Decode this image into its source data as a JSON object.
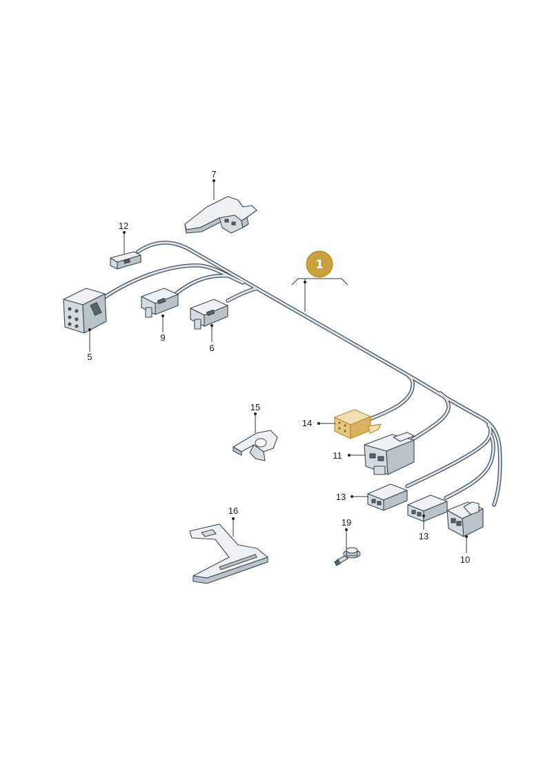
{
  "badge": {
    "label": "1",
    "fill": "#c8a03c"
  },
  "colors": {
    "highlight": "#e6c77f",
    "part_outline": "#3a444b"
  },
  "callouts": [
    {
      "id": "p7",
      "label": "7"
    },
    {
      "id": "p12",
      "label": "12"
    },
    {
      "id": "p5",
      "label": "5"
    },
    {
      "id": "p9",
      "label": "9"
    },
    {
      "id": "p6",
      "label": "6"
    },
    {
      "id": "p15",
      "label": "15"
    },
    {
      "id": "p14",
      "label": "14"
    },
    {
      "id": "p11",
      "label": "11"
    },
    {
      "id": "p13a",
      "label": "13"
    },
    {
      "id": "p13b",
      "label": "13"
    },
    {
      "id": "p10",
      "label": "10"
    },
    {
      "id": "p16",
      "label": "16"
    },
    {
      "id": "p19",
      "label": "19"
    }
  ]
}
